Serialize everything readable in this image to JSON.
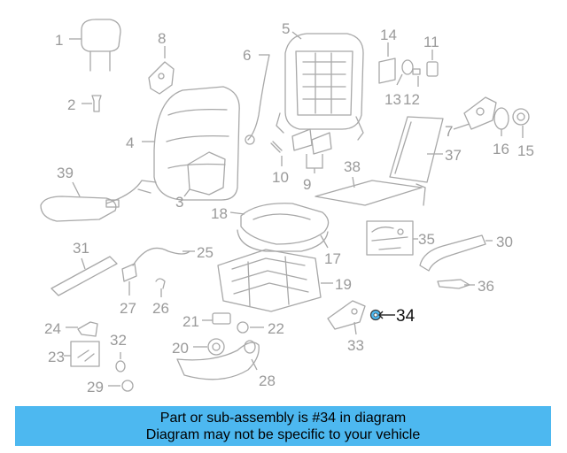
{
  "diagram": {
    "highlight_color": "#4db8f0",
    "part_color": "#a8a8a8",
    "label_color": "#9a9a9a",
    "labels": {
      "l1": "1",
      "l2": "2",
      "l3": "3",
      "l4": "4",
      "l5": "5",
      "l6": "6",
      "l7": "7",
      "l8": "8",
      "l9": "9",
      "l10": "10",
      "l11": "11",
      "l12": "12",
      "l13": "13",
      "l14": "14",
      "l15": "15",
      "l16": "16",
      "l17": "17",
      "l18": "18",
      "l19": "19",
      "l20": "20",
      "l21": "21",
      "l22": "22",
      "l23": "23",
      "l24": "24",
      "l25": "25",
      "l26": "26",
      "l27": "27",
      "l28": "28",
      "l29": "29",
      "l30": "30",
      "l31": "31",
      "l32": "32",
      "l33": "33",
      "l34": "34",
      "l35": "35",
      "l36": "36",
      "l37": "37",
      "l38": "38",
      "l39": "39"
    }
  },
  "banner": {
    "background": "#4db8f0",
    "line1": "Part or sub-assembly is #34 in diagram",
    "line2": "Diagram may not be specific to your vehicle"
  }
}
